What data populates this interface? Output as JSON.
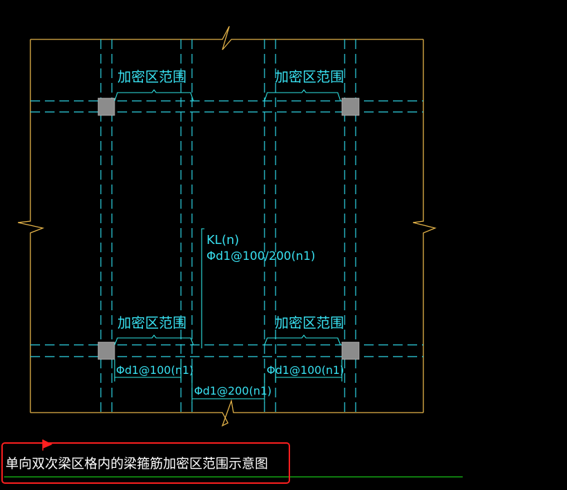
{
  "diagram": {
    "labels": {
      "dense_zone_top_left": "加密区范围",
      "dense_zone_top_right": "加密区范围",
      "dense_zone_bottom_left": "加密区范围",
      "dense_zone_bottom_right": "加密区范围",
      "beam_name": "KL(n)",
      "beam_stirrup": "Φd1@100/200(n1)",
      "stirrup_left": "Φd1@100(n1)",
      "stirrup_middle": "Φd1@200(n1)",
      "stirrup_right": "Φd1@100(n1)"
    },
    "caption": "单向双次梁区格内的梁箍筋加密区范围示意图"
  },
  "colors": {
    "background": "#000000",
    "boundary": "#e6b54a",
    "beam_dash": "#30d8e8",
    "dimension": "#30e8e8",
    "label_text": "#38e0f0",
    "column": "#8c8c8c",
    "caption_text": "#ffffff",
    "caption_border": "#ff1f1f",
    "ground_line": "#18c818",
    "flag": "#ff2020"
  }
}
